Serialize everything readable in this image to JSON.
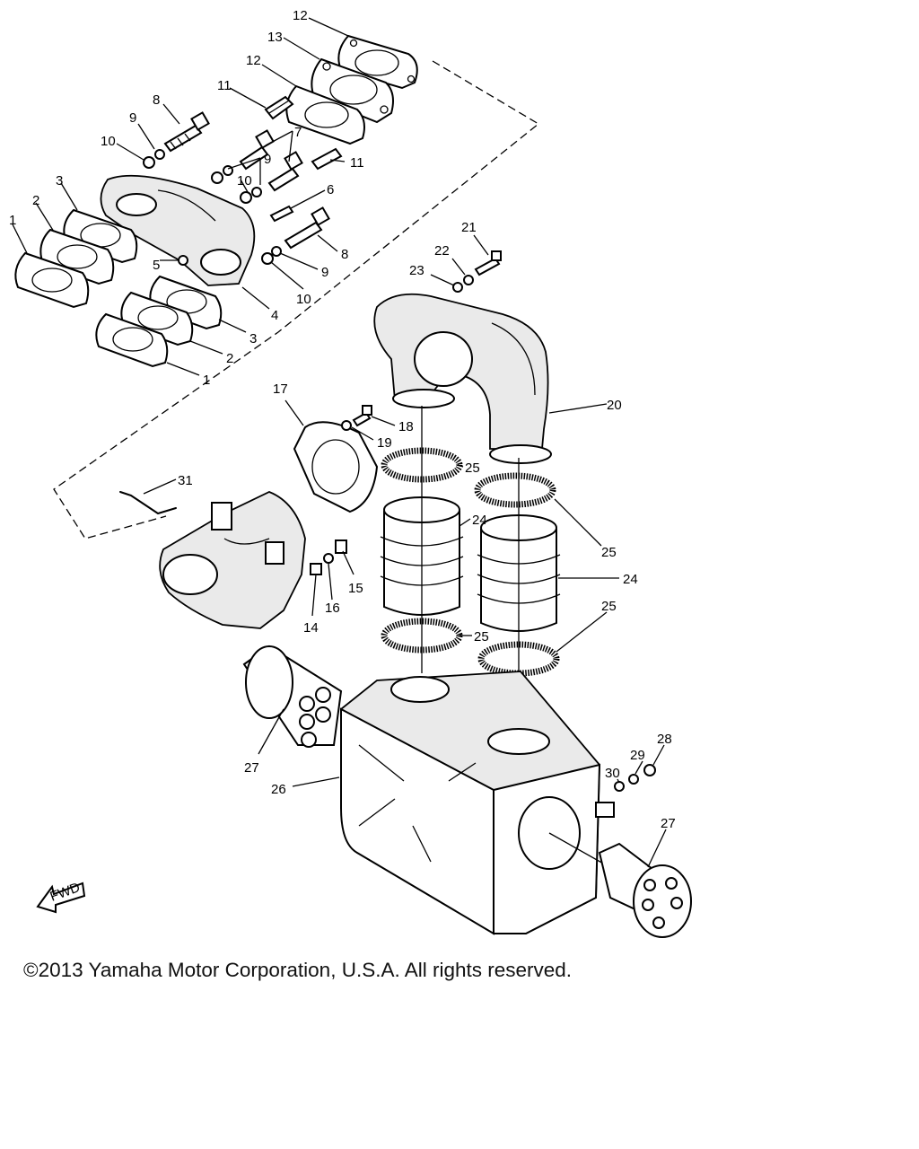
{
  "diagram": {
    "callouts": [
      {
        "id": "c12a",
        "text": "12"
      },
      {
        "id": "c13",
        "text": "13"
      },
      {
        "id": "c12b",
        "text": "12"
      },
      {
        "id": "c11a",
        "text": "11"
      },
      {
        "id": "c8a",
        "text": "8"
      },
      {
        "id": "c9a",
        "text": "9"
      },
      {
        "id": "c10a",
        "text": "10"
      },
      {
        "id": "c7",
        "text": "7"
      },
      {
        "id": "c9b",
        "text": "9"
      },
      {
        "id": "c11b",
        "text": "11"
      },
      {
        "id": "c10b",
        "text": "10"
      },
      {
        "id": "c6",
        "text": "6"
      },
      {
        "id": "c3a",
        "text": "3"
      },
      {
        "id": "c2a",
        "text": "2"
      },
      {
        "id": "c1a",
        "text": "1"
      },
      {
        "id": "c5",
        "text": "5"
      },
      {
        "id": "c8b",
        "text": "8"
      },
      {
        "id": "c9c",
        "text": "9"
      },
      {
        "id": "c10c",
        "text": "10"
      },
      {
        "id": "c4",
        "text": "4"
      },
      {
        "id": "c3b",
        "text": "3"
      },
      {
        "id": "c2b",
        "text": "2"
      },
      {
        "id": "c1b",
        "text": "1"
      },
      {
        "id": "c21",
        "text": "21"
      },
      {
        "id": "c22",
        "text": "22"
      },
      {
        "id": "c23",
        "text": "23"
      },
      {
        "id": "c20",
        "text": "20"
      },
      {
        "id": "c17",
        "text": "17"
      },
      {
        "id": "c18",
        "text": "18"
      },
      {
        "id": "c19",
        "text": "19"
      },
      {
        "id": "c31",
        "text": "31"
      },
      {
        "id": "c25a",
        "text": "25"
      },
      {
        "id": "c25b",
        "text": "25"
      },
      {
        "id": "c24a",
        "text": "24"
      },
      {
        "id": "c24b",
        "text": "24"
      },
      {
        "id": "c25c",
        "text": "25"
      },
      {
        "id": "c25d",
        "text": "25"
      },
      {
        "id": "c15",
        "text": "15"
      },
      {
        "id": "c16",
        "text": "16"
      },
      {
        "id": "c14",
        "text": "14"
      },
      {
        "id": "c27a",
        "text": "27"
      },
      {
        "id": "c26",
        "text": "26"
      },
      {
        "id": "c28",
        "text": "28"
      },
      {
        "id": "c29",
        "text": "29"
      },
      {
        "id": "c30",
        "text": "30"
      },
      {
        "id": "c27b",
        "text": "27"
      }
    ],
    "fwd_label": "FWD"
  },
  "footer": {
    "copyright": "©2013 Yamaha Motor Corporation, U.S.A. All rights reserved."
  }
}
